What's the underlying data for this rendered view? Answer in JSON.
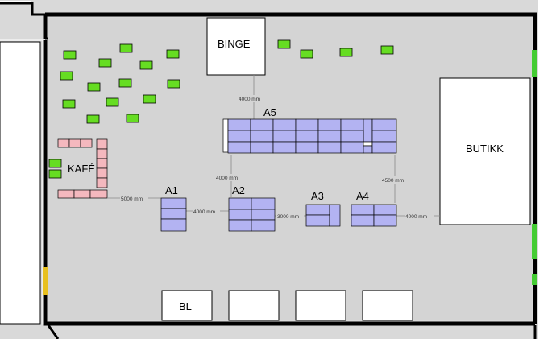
{
  "colors": {
    "floor": "#d4d4d4",
    "outside": "#d9d9d9",
    "wall": "#000000",
    "room": "#ffffff",
    "stand": "#b3b3f2",
    "cafe": "#f4b8be",
    "seat": "#66dd22",
    "door_green": "#44cc33",
    "door_yellow": "#e8c020",
    "dim_line": "#888888"
  },
  "labels": {
    "binge": "BINGE",
    "butikk": "BUTIKK",
    "kafe": "KAFÉ",
    "bl": "BL",
    "a1": "A1",
    "a2": "A2",
    "a3": "A3",
    "a4": "A4",
    "a5": "A5"
  },
  "dimensions": {
    "binge_a5": "4000 mm",
    "a5_a2": "4000 mm",
    "a5_a4": "4500 mm",
    "kafe_a1": "5000 mm",
    "a1_a2": "4000 mm",
    "a2_a3": "3000 mm",
    "a4_butikk": "4000 mm"
  }
}
